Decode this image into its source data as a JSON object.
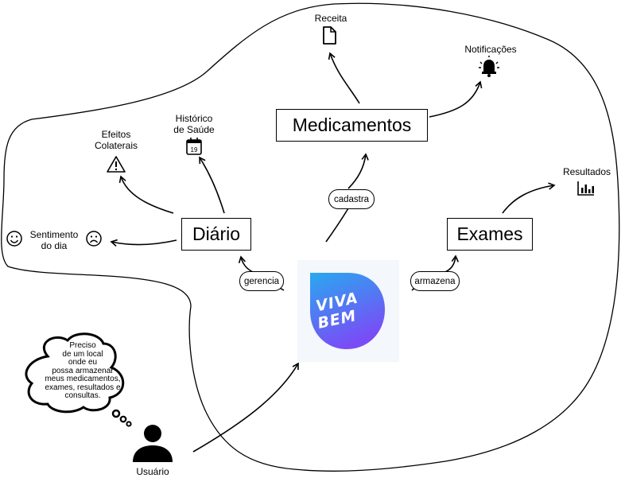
{
  "nodes": {
    "receita": "Receita",
    "notificacoes": "Notificações",
    "medicamentos": "Medicamentos",
    "efeitos_colaterais": "Efeitos\nColaterais",
    "historico_saude": "Histórico\nde Saúde",
    "calendar_day": "19",
    "resultados": "Resultados",
    "diario": "Diário",
    "exames": "Exames",
    "sentimento_dia": "Sentimento\ndo dia",
    "usuario": "Usuário"
  },
  "edges": {
    "cadastra": "cadastra",
    "gerencia": "gerencia",
    "armazena": "armazena"
  },
  "logo": {
    "line1": "VIVA",
    "line2": "BEM",
    "gradient_top": "#29a8f0",
    "gradient_bottom": "#7a4cf6"
  },
  "thought_bubble": "Preciso\nde um local\nonde eu\npossa armazenar\nmeus medicamentos,\nexames, resultados e\nconsultas.",
  "icons": [
    "document-icon",
    "alarm-bell-icon",
    "warning-triangle-icon",
    "calendar-icon",
    "bar-chart-icon",
    "smiley-face-icon",
    "sad-face-icon",
    "user-icon",
    "thought-cloud-icon"
  ]
}
